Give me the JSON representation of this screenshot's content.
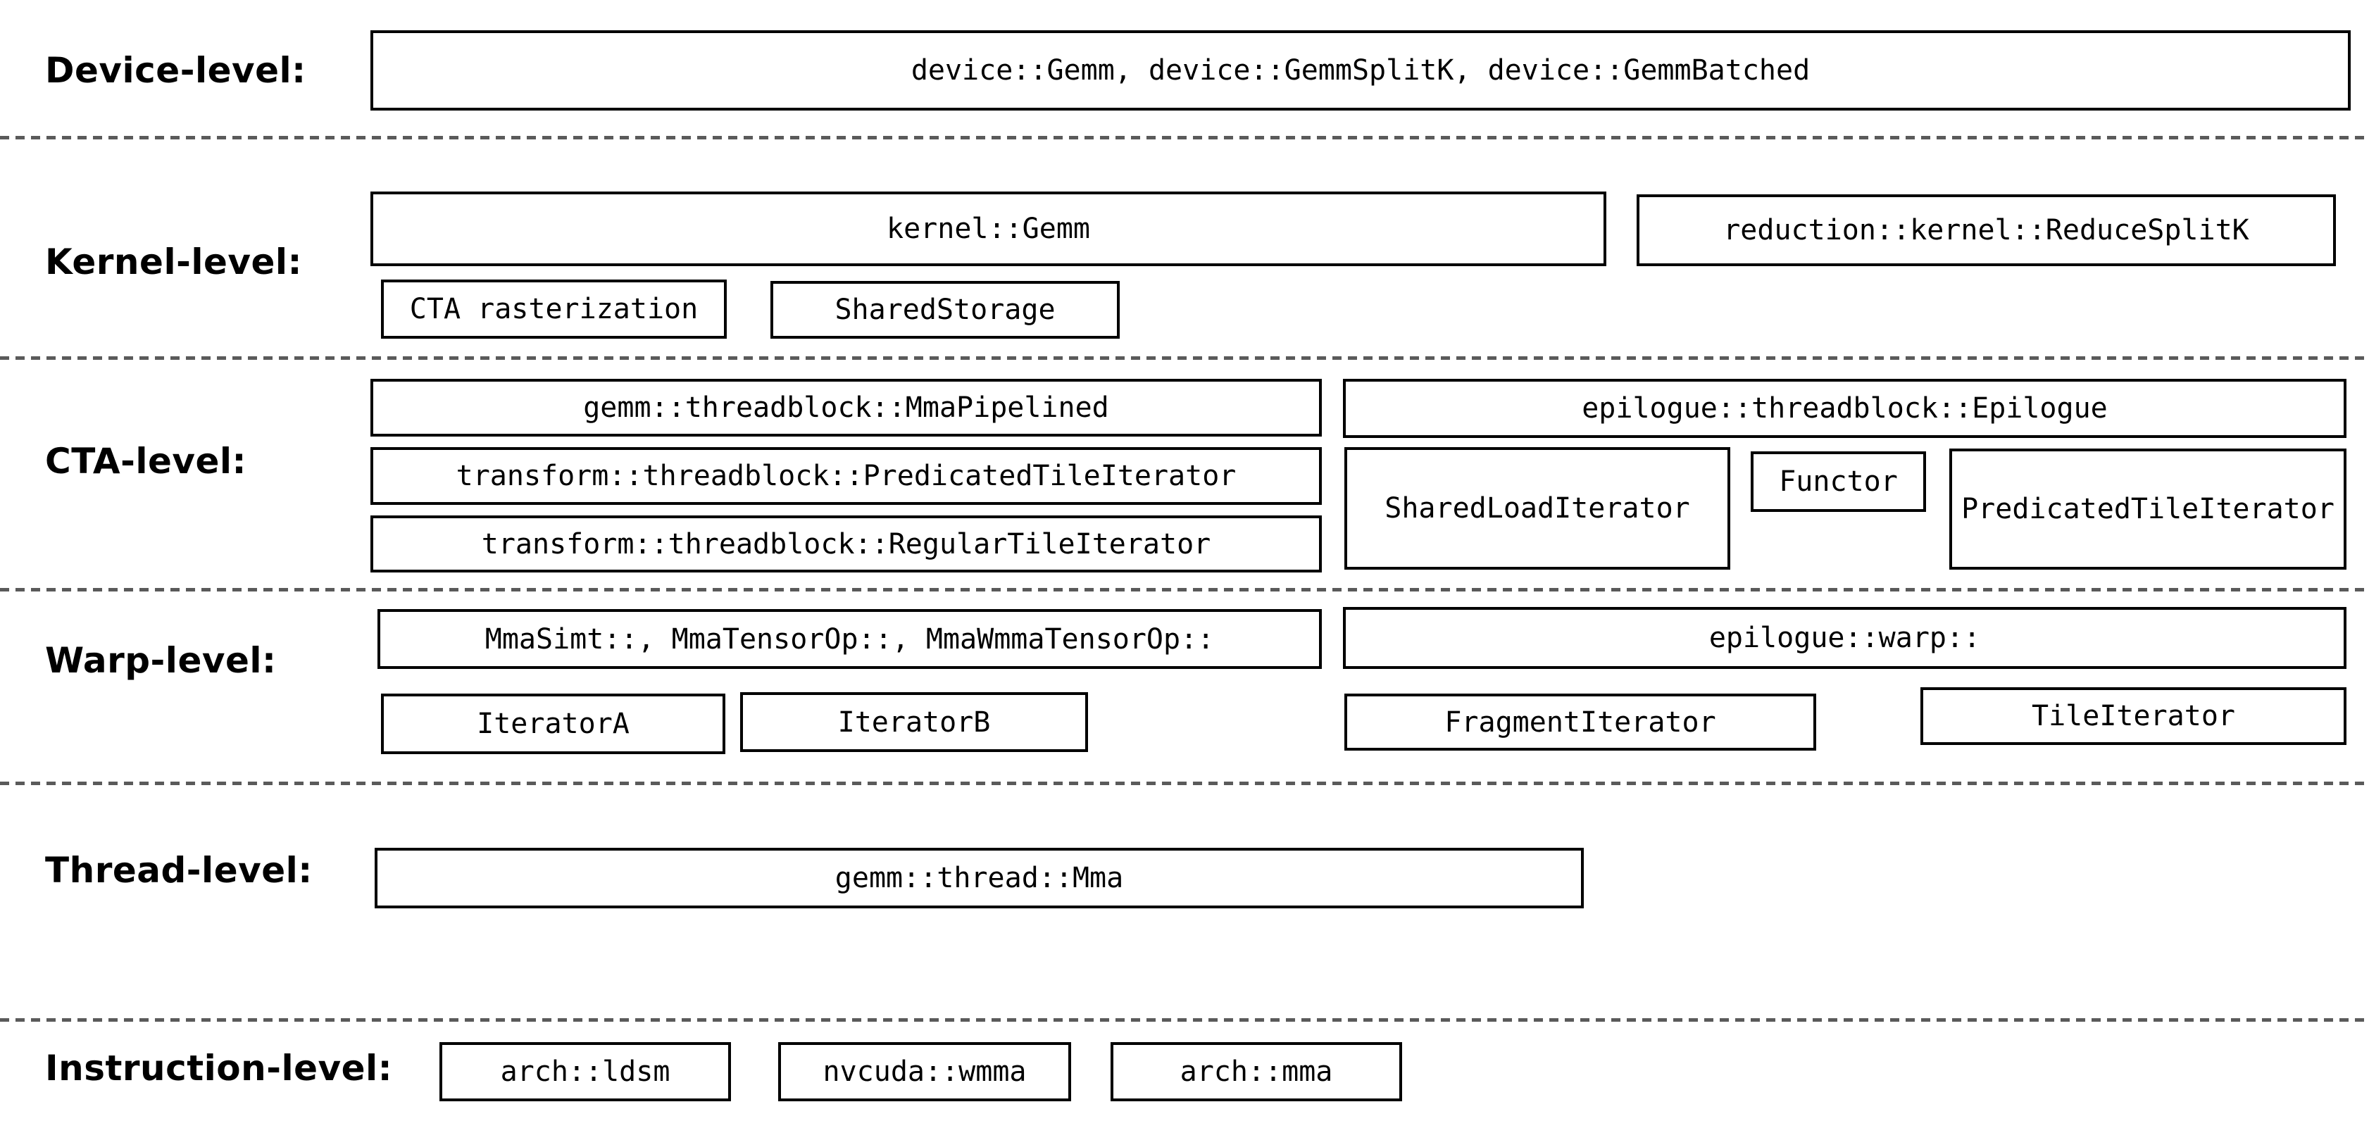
{
  "diagram": {
    "title_hint": "GEMM component hierarchy levels",
    "colors": {
      "background": "#ffffff",
      "box_border": "#000000",
      "box_fill": "#ffffff",
      "text": "#000000",
      "dashed_separator": "#5a5a5a"
    }
  },
  "levels": {
    "device": {
      "label": "Device-level:",
      "boxes": {
        "main": "device::Gemm, device::GemmSplitK, device::GemmBatched"
      }
    },
    "kernel": {
      "label": "Kernel-level:",
      "boxes": {
        "gemm": "kernel::Gemm",
        "reduce_splitk": "reduction::kernel::ReduceSplitK",
        "cta_rasterization": "CTA rasterization",
        "shared_storage": "SharedStorage"
      }
    },
    "cta": {
      "label": "CTA-level:",
      "boxes": {
        "mma_pipelined": "gemm::threadblock::MmaPipelined",
        "epilogue": "epilogue::threadblock::Epilogue",
        "predicated_tile_iterator_transform": "transform::threadblock::PredicatedTileIterator",
        "shared_load_iterator": "SharedLoadIterator",
        "functor": "Functor",
        "predicated_tile_iterator": "PredicatedTileIterator",
        "regular_tile_iterator": "transform::threadblock::RegularTileIterator"
      }
    },
    "warp": {
      "label": "Warp-level:",
      "boxes": {
        "mma_ops": "MmaSimt::, MmaTensorOp::, MmaWmmaTensorOp::",
        "epilogue_warp": "epilogue::warp::",
        "iterator_a": "IteratorA",
        "iterator_b": "IteratorB",
        "fragment_iterator": "FragmentIterator",
        "tile_iterator": "TileIterator"
      }
    },
    "thread": {
      "label": "Thread-level:",
      "boxes": {
        "mma": "gemm::thread::Mma"
      }
    },
    "instruction": {
      "label": "Instruction-level:",
      "boxes": {
        "arch_ldsm": "arch::ldsm",
        "nvcuda_wmma": "nvcuda::wmma",
        "arch_mma": "arch::mma"
      }
    }
  }
}
